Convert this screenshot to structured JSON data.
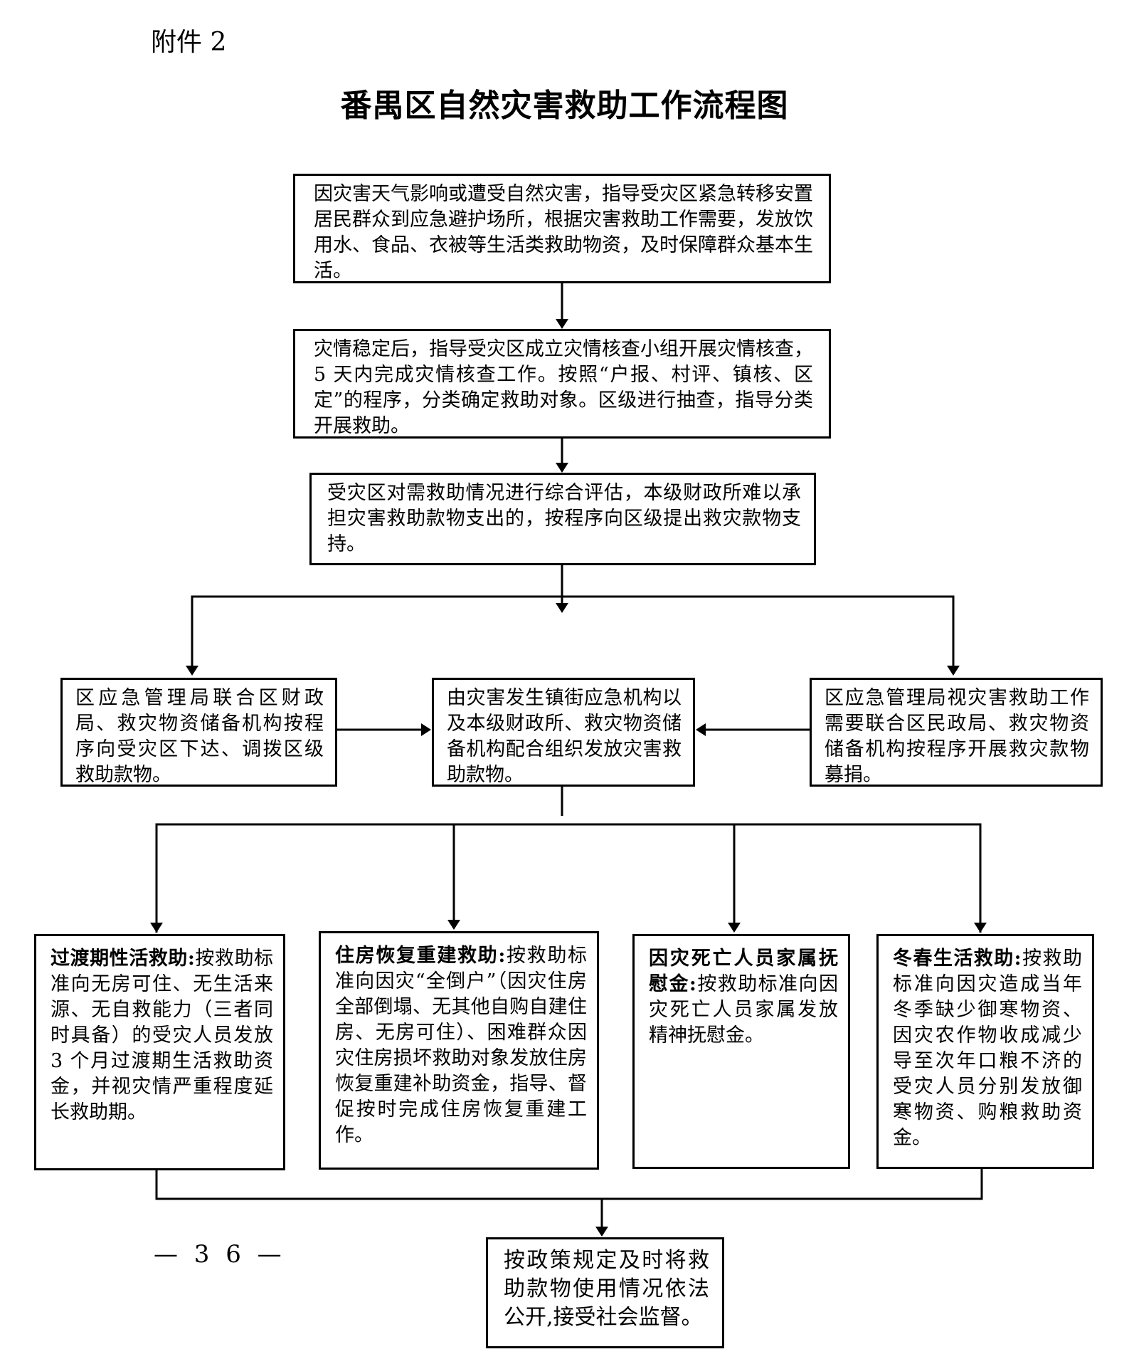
{
  "header": {
    "attachment": "附件 2",
    "title": "番禺区自然灾害救助工作流程图"
  },
  "steps": {
    "step1": "因灾害天气影响或遭受自然灾害，指导受灾区紧急转移安置居民群众到应急避护场所，根据灾害救助工作需要，发放饮用水、食品、衣被等生活类救助物资，及时保障群众基本生活。",
    "step2": "灾情稳定后，指导受灾区成立灾情核查小组开展灾情核查，5 天内完成灾情核查工作。按照“户报、村评、镇核、区定”的程序，分类确定救助对象。区级进行抽查，指导分类开展救助。",
    "step3": "受灾区对需救助情况进行综合评估，本级财政所难以承担灾害救助款物支出的，按程序向区级提出救灾款物支持。",
    "left_branch": "区应急管理局联合区财政局、救灾物资储备机构按程序向受灾区下达、调拨区级救助款物。",
    "center_branch": "由灾害发生镇街应急机构以及本级财政所、救灾物资储备机构配合组织发放灾害救助款物。",
    "right_branch": "区应急管理局视灾害救助工作需要联合区民政局、救灾物资储备机构按程序开展救灾款物募捐。",
    "relief1": {
      "heading": "过渡期性活救助:",
      "text": "按救助标准向无房可住、无生活来源、无自救能力（三者同时具备）的受灾人员发放 3 个月过渡期生活救助资金，并视灾情严重程度延长救助期。"
    },
    "relief2": {
      "heading": "住房恢复重建救助:",
      "text": "按救助标准向因灾“全倒户”（因灾住房全部倒塌、无其他自购自建住房、无房可住）、困难群众因灾住房损坏救助对象发放住房恢复重建补助资金，指导、督促按时完成住房恢复重建工作。"
    },
    "relief3": {
      "heading": "因灾死亡人员家属抚慰金:",
      "text": "按救助标准向因灾死亡人员家属发放精神抚慰金。"
    },
    "relief4": {
      "heading": "冬春生活救助:",
      "text": "按救助标准向因灾造成当年冬季缺少御寒物资、因灾农作物收成减少导至次年口粮不济的受灾人员分别发放御寒物资、购粮救助资金。"
    },
    "final": "按政策规定及时将救助款物使用情况依法公开,接受社会监督。"
  },
  "footer": {
    "page_number": "— 3 6 —"
  }
}
